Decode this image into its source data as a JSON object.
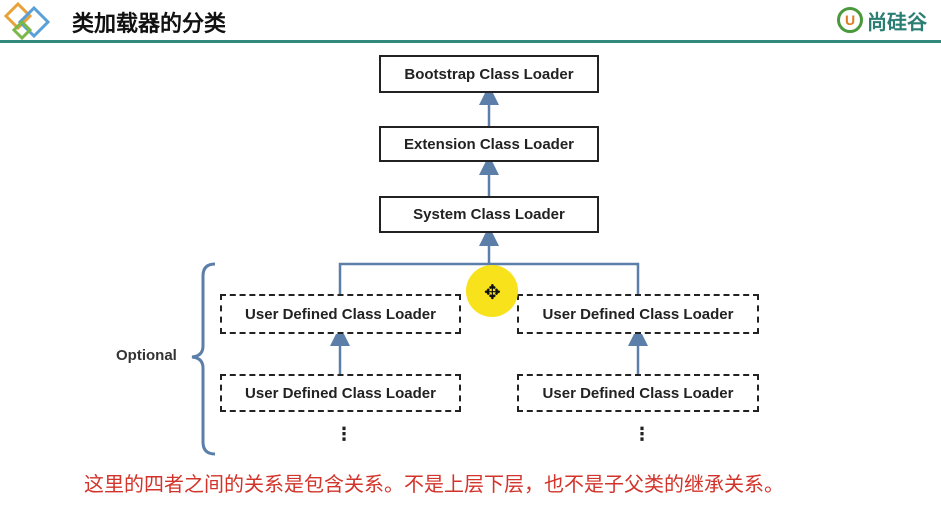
{
  "header": {
    "title": "类加载器的分类",
    "brand": "尚硅谷",
    "accent_color": "#2f8a7c"
  },
  "diagram": {
    "bootstrap": "Bootstrap Class Loader",
    "extension": "Extension Class Loader",
    "system": "System Class Loader",
    "user_defined": [
      "User Defined Class Loader",
      "User Defined Class Loader",
      "User Defined Class Loader",
      "User Defined Class Loader"
    ],
    "optional_label": "Optional",
    "ellipsis": "⋮"
  },
  "note": "这里的四者之间的关系是包含关系。不是上层下层，也不是子父类的继承关系。",
  "icons": [
    "logo-diamond-icon",
    "brand-logo-icon",
    "move-cursor-icon"
  ]
}
